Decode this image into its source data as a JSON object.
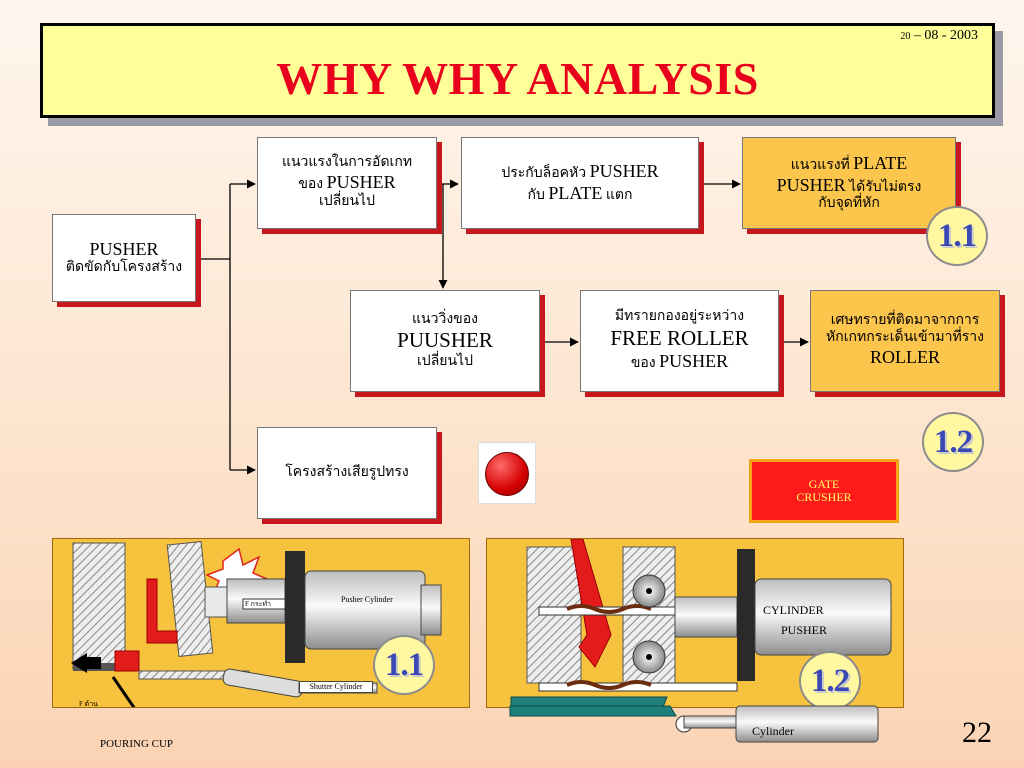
{
  "title": {
    "text": "WHY WHY ANALYSIS",
    "date_day": "20",
    "date_rest": " – 08 - 2003"
  },
  "boxes": {
    "pusher": {
      "line1": "PUSHER",
      "line2": "ติดขัดกับโครงสร้าง"
    },
    "force": {
      "line1": "แนวแรงในการอัดเกท",
      "line2_pre": "ของ ",
      "line2_bold": "PUSHER",
      "line3": "เปลี่ยนไป"
    },
    "lock": {
      "line1_pre": "ประกับล็อคหัว ",
      "line1_bold": "PUSHER",
      "line2_pre": "กับ ",
      "line2_bold": "PLATE",
      "line2_post": " แตก"
    },
    "plate_force": {
      "line1_pre": "แนวแรงที่ ",
      "line1_bold": "PLATE",
      "line2_bold": "PUSHER",
      "line2_post": " ได้รับไม่ตรง",
      "line3": "กับจุดที่หัก"
    },
    "direction": {
      "line1": "แนววิ่งของ",
      "line2": "PUUSHER",
      "line3": "เปลี่ยนไป"
    },
    "sand": {
      "line1": "มีทรายกองอยู่ระหว่าง",
      "line2": "FREE ROLLER",
      "line3_pre": "ของ ",
      "line3_bold": "PUSHER"
    },
    "debris": {
      "line1": "เศษทรายที่ติดมาจากการ",
      "line2": "หักเกทกระเด็นเข้ามาที่ราง",
      "line3": "ROLLER"
    },
    "structure": {
      "line1": "โครงสร้างเสียรูปทรง"
    }
  },
  "badges": {
    "b1": "1.1",
    "b2": "1.2",
    "p1": "1.1",
    "p2": "1.2"
  },
  "gate_crusher": {
    "line1": "GATE",
    "line2": "CRUSHER"
  },
  "picture1": {
    "pusher_cylinder": "Pusher  Cylinder",
    "shutter_cylinder": "Shutter Cylinder",
    "f_push": "F กระทำ",
    "f_resist": "F ต้าน"
  },
  "picture2": {
    "cylinder_line1": "CYLINDER",
    "cylinder_line2": "PUSHER",
    "cylinder": "Cylinder"
  },
  "footer": {
    "pouring_cup": "POURING CUP",
    "page_number": "22"
  },
  "colors": {
    "title_red": "#e8001c",
    "title_bg": "#ffff99",
    "box_yellow": "#fbc64b",
    "shadow_red": "#c8171c",
    "badge_text": "#3a48b6"
  }
}
